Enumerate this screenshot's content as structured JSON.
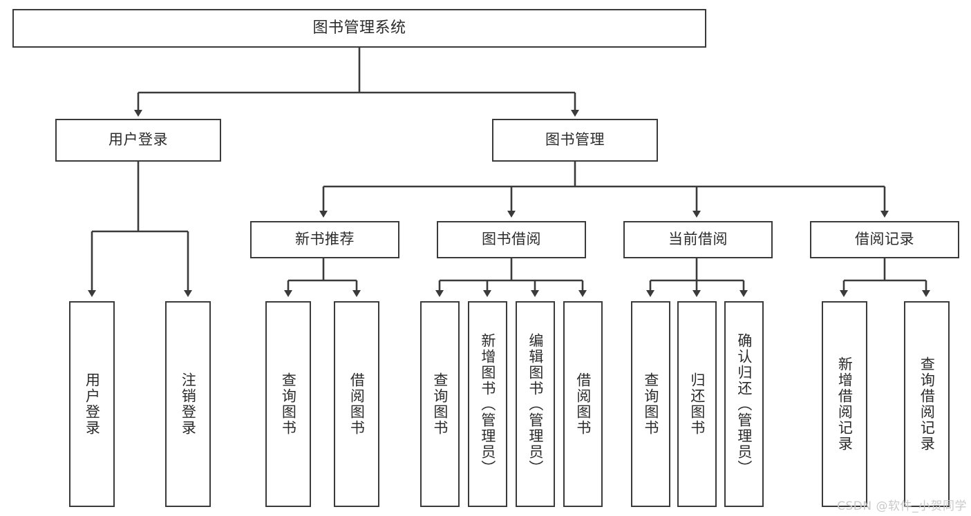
{
  "diagram": {
    "title": "图书管理系统",
    "type": "function-structure-tree",
    "watermark": "CSDN @软件_小贺同学",
    "colors": {
      "stroke": "#3a3a3a",
      "text": "#2b2b2b",
      "background": "#ffffff",
      "watermark": "#c9c9c9"
    },
    "levels": {
      "root": {
        "label": "图书管理系统"
      },
      "level2": [
        {
          "label": "用户登录"
        },
        {
          "label": "图书管理"
        }
      ],
      "level3": [
        {
          "label": "新书推荐"
        },
        {
          "label": "图书借阅"
        },
        {
          "label": "当前借阅"
        },
        {
          "label": "借阅记录"
        }
      ],
      "leaves": [
        {
          "label": "用户登录",
          "parent": "用户登录"
        },
        {
          "label": "注销登录",
          "parent": "用户登录"
        },
        {
          "label": "查询图书",
          "parent": "新书推荐"
        },
        {
          "label": "借阅图书",
          "parent": "新书推荐"
        },
        {
          "label": "查询图书",
          "parent": "图书借阅"
        },
        {
          "label": "新增图书（管理员）",
          "parent": "图书借阅"
        },
        {
          "label": "编辑图书（管理员）",
          "parent": "图书借阅"
        },
        {
          "label": "借阅图书",
          "parent": "图书借阅"
        },
        {
          "label": "查询图书",
          "parent": "当前借阅"
        },
        {
          "label": "归还图书",
          "parent": "当前借阅"
        },
        {
          "label": "确认归还（管理员）",
          "parent": "当前借阅"
        },
        {
          "label": "新增借阅记录",
          "parent": "借阅记录"
        },
        {
          "label": "查询借阅记录",
          "parent": "借阅记录"
        }
      ]
    }
  }
}
